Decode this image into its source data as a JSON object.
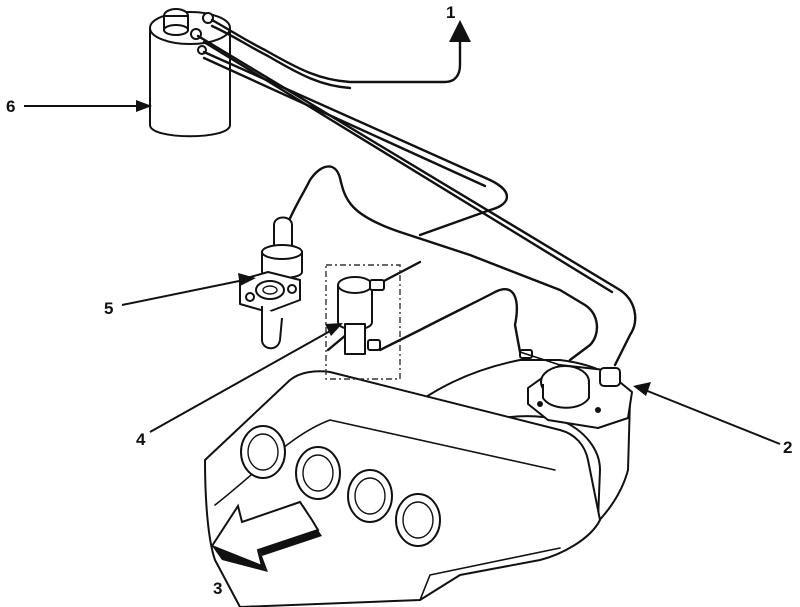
{
  "callouts": {
    "c1": "1",
    "c2": "2",
    "c3": "3",
    "c4": "4",
    "c5": "5",
    "c6": "6"
  },
  "icons": {
    "canister": "charcoal-canister-icon",
    "purge_valve": "purge-control-valve-icon",
    "solenoid": "solenoid-valve-icon",
    "throttle_body": "throttle-body-icon",
    "engine": "engine-block-icon",
    "front_arrow": "front-direction-arrow-icon"
  },
  "colors": {
    "line": "#111111",
    "background": "#ffffff"
  }
}
